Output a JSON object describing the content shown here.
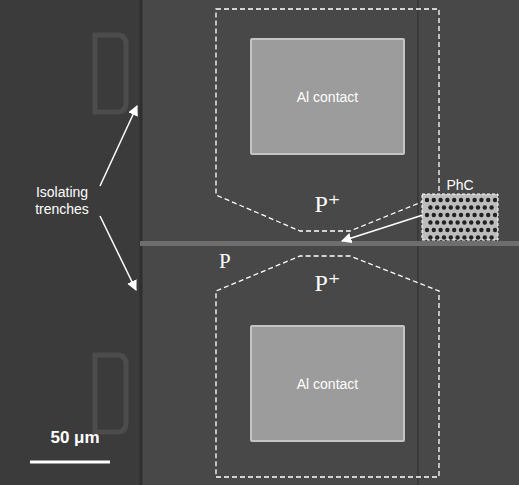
{
  "diagram": {
    "nodes": [
      {
        "text": [
          "P⁺"
        ]
      },
      {
        "text": [
          "Al contact"
        ],
        "in": 0
      },
      {
        "text": [
          "P⁺"
        ]
      },
      {
        "text": [
          "Al contact"
        ],
        "in": 2
      },
      {
        "text": [
          "PhC"
        ]
      }
    ],
    "labels": [
      "Isolating trenches",
      "P",
      "50 μm"
    ]
  }
}
